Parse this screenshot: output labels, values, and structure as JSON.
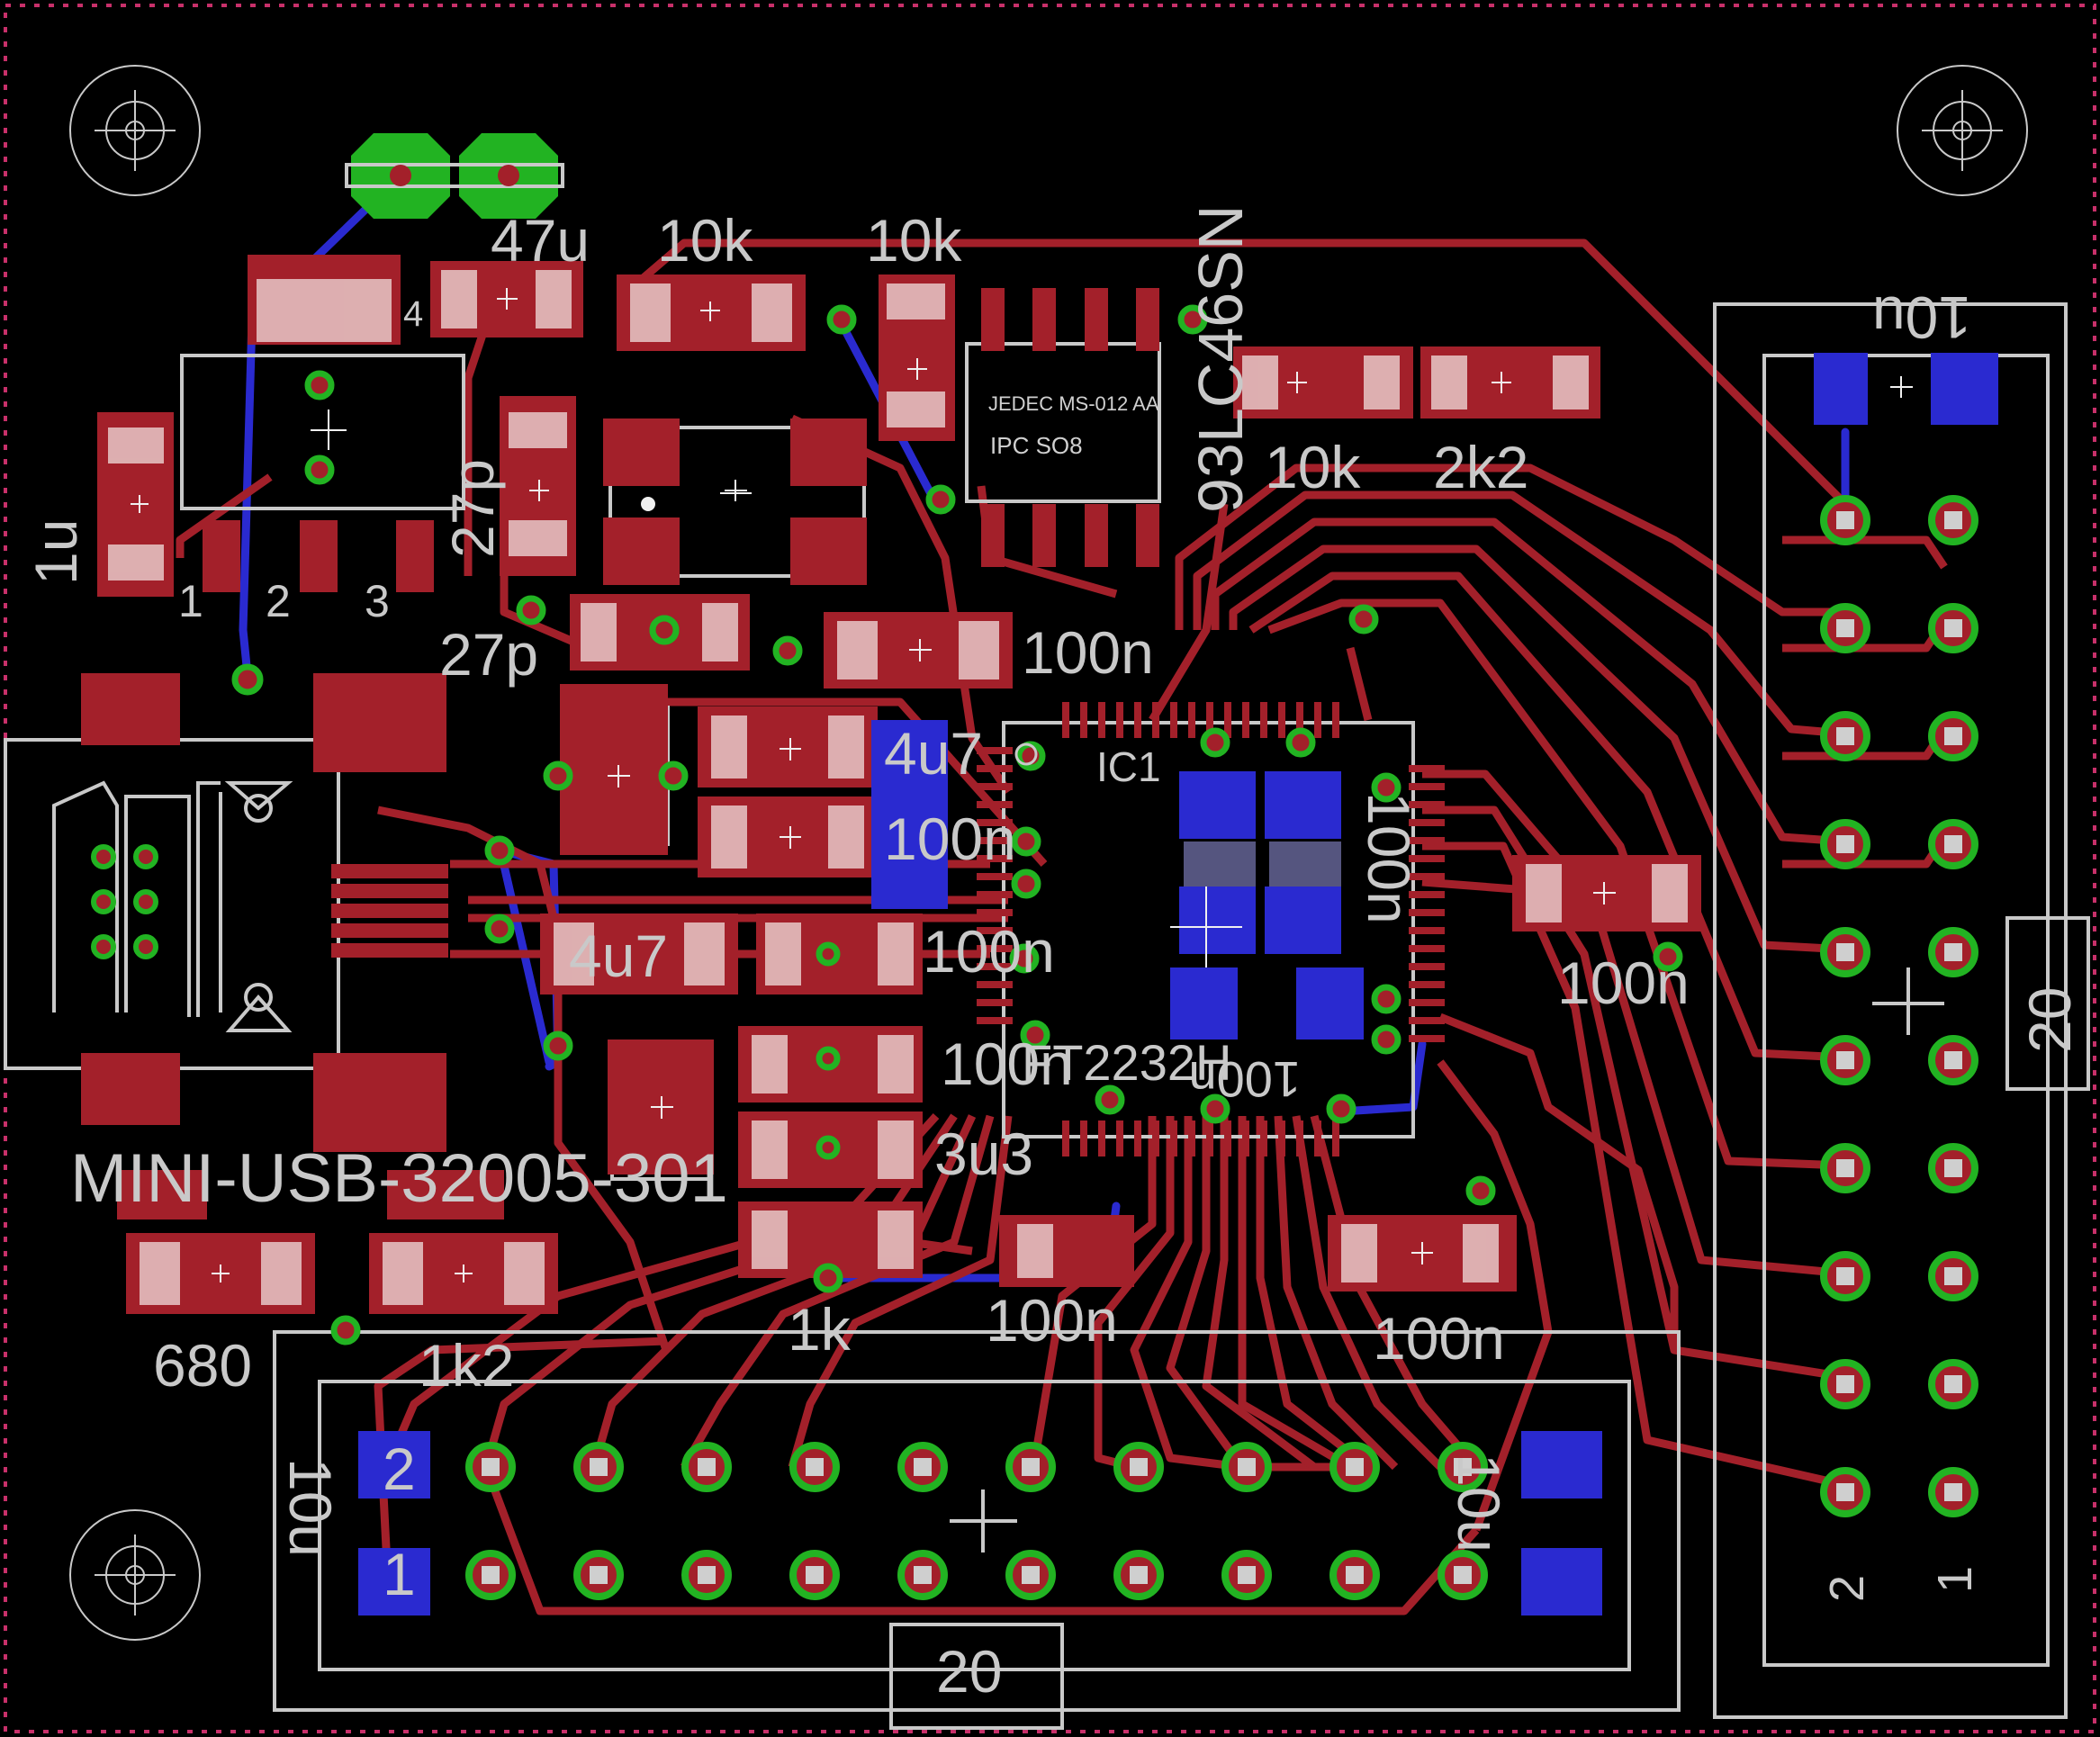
{
  "colors": {
    "background": "#000000",
    "top_copper": "#a3202a",
    "bottom_copper": "#2a2ad0",
    "via": "#22b322",
    "silkscreen": "#c9c9c9",
    "board_outline": "#c8306a"
  },
  "labels": {
    "c_47u": "47u",
    "r_10k_a": "10k",
    "r_10k_b": "10k",
    "eeprom": "93LC46SN",
    "c_10u_tr": "10u",
    "r_10k_c": "10k",
    "r_2k2": "2k2",
    "c_1u": "1u",
    "reg_pin1": "1",
    "reg_pin2": "2",
    "reg_pin3": "3",
    "reg_pin4": "4",
    "c_27p_a": "27p",
    "c_27p_b": "27p",
    "c_100n_a": "100n",
    "ic1": "IC1",
    "c_4u7_a": "4u7",
    "c_100n_b": "100n",
    "c_100n_ic": "100n",
    "c_100n_c": "100n",
    "c_4u7_b": "4u7",
    "c_100n_d": "100n",
    "c_100n_right": "100n",
    "ft2232": "FT2232H",
    "c_100n_e": "100n",
    "c_3u3": "3u3",
    "usb": "MINI-USB-32005-301",
    "r_680": "680",
    "r_1k2": "1k2",
    "r_1k": "1k",
    "c_100n_f": "100n",
    "c_100n_g": "100n",
    "jedec": "JEDEC MS-012 AA",
    "ipcso8": "IPC SO8",
    "hdr_right_20": "20",
    "hdr_right_2": "2",
    "hdr_right_1": "1",
    "hdr_bottom_20": "20",
    "hdr_bottom_2": "2",
    "hdr_bottom_1": "1",
    "c_10u_bl": "10u",
    "c_10u_br": "10u"
  }
}
